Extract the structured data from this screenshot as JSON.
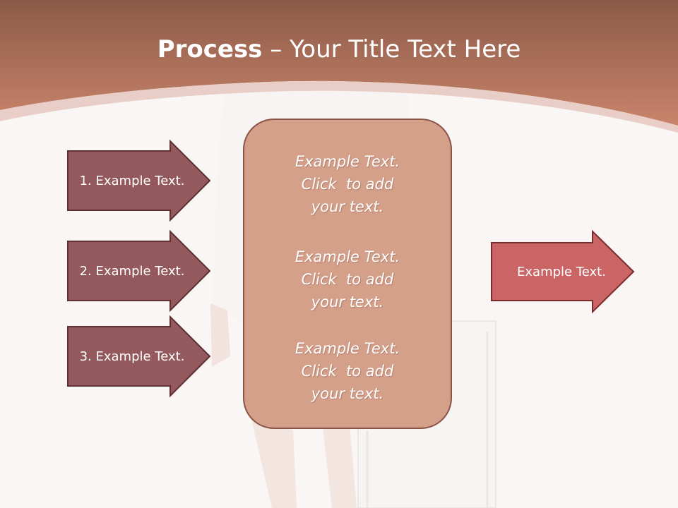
{
  "title": {
    "bold": "Process",
    "rest": " – Your Title Text Here"
  },
  "left_steps": [
    {
      "label": "1. Example Text."
    },
    {
      "label": "2. Example Text."
    },
    {
      "label": "3. Example Text."
    }
  ],
  "center_blocks": [
    {
      "line1": "Example Text.",
      "line2": "Click  to add",
      "line3": "your text."
    },
    {
      "line1": "Example Text.",
      "line2": "Click  to add",
      "line3": "your text."
    },
    {
      "line1": "Example Text.",
      "line2": "Click  to add",
      "line3": "your text."
    }
  ],
  "output": {
    "label": "Example Text."
  },
  "colors": {
    "header": "#b87560",
    "step_arrow": "#93595c",
    "step_arrow_border": "#5e2f33",
    "center_box": "#d4a08a",
    "output_arrow": "#cb6565"
  }
}
